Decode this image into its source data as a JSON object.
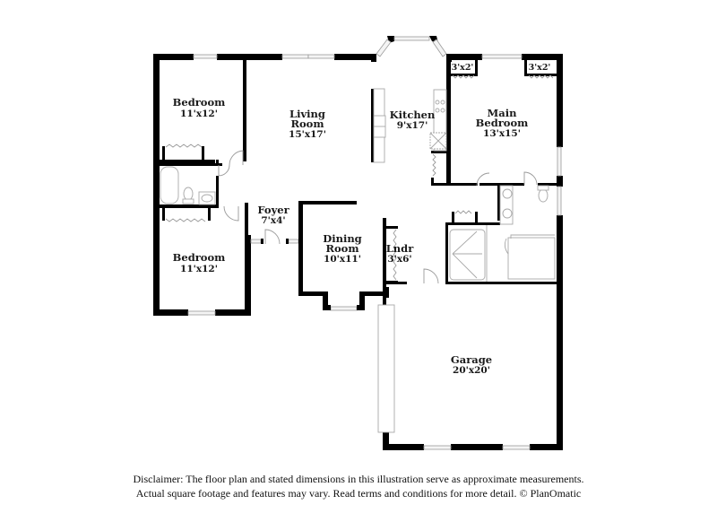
{
  "floorplan": {
    "rooms": [
      {
        "id": "bedroom-1",
        "name": "Bedroom",
        "dims": "11'x12'"
      },
      {
        "id": "living-room",
        "name_line1": "Living",
        "name_line2": "Room",
        "dims": "15'x17'"
      },
      {
        "id": "kitchen",
        "name": "Kitchen",
        "dims": "9'x17'"
      },
      {
        "id": "main-bedroom",
        "name_line1": "Main",
        "name_line2": "Bedroom",
        "dims": "13'x15'"
      },
      {
        "id": "closet-left",
        "dims": "3'x2'"
      },
      {
        "id": "closet-right",
        "dims": "3'x2'"
      },
      {
        "id": "foyer",
        "name": "Foyer",
        "dims": "7'x4'"
      },
      {
        "id": "bedroom-2",
        "name": "Bedroom",
        "dims": "11'x12'"
      },
      {
        "id": "dining-room",
        "name_line1": "Dining",
        "name_line2": "Room",
        "dims": "10'x11'"
      },
      {
        "id": "laundry",
        "name": "Lndr",
        "dims": "3'x6'"
      },
      {
        "id": "garage",
        "name": "Garage",
        "dims": "20'x20'"
      }
    ],
    "colors": {
      "wall": "#000000",
      "window": "#f4f4f4",
      "fixture_stroke": "#a8a8a8",
      "background": "#ffffff"
    }
  },
  "disclaimer": {
    "line1": "Disclaimer: The floor plan and stated dimensions in this illustration serve as approximate measurements.",
    "line2": "Actual square footage and features may vary. Read terms and conditions for more detail. © PlanOmatic"
  }
}
